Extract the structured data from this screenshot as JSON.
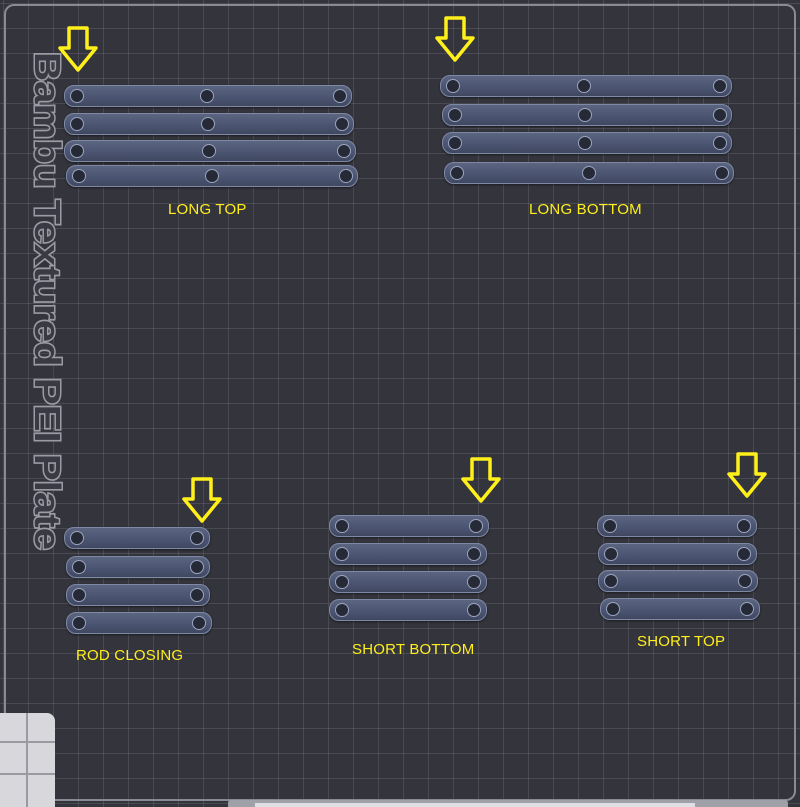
{
  "plate": {
    "name": "Bambu Textured PEI Plate"
  },
  "groups": [
    {
      "id": "long-top",
      "label": "LONG TOP"
    },
    {
      "id": "long-bottom",
      "label": "LONG BOTTOM"
    },
    {
      "id": "rod-closing",
      "label": "ROD CLOSING"
    },
    {
      "id": "short-bottom",
      "label": "SHORT BOTTOM"
    },
    {
      "id": "short-top",
      "label": "SHORT TOP"
    }
  ],
  "colors": {
    "annotation": "#ffef1a",
    "part": "#4d5672",
    "plate": "#34343c"
  },
  "icons": {
    "arrow": "down-arrow-icon",
    "corner": "grid-corner-icon"
  }
}
